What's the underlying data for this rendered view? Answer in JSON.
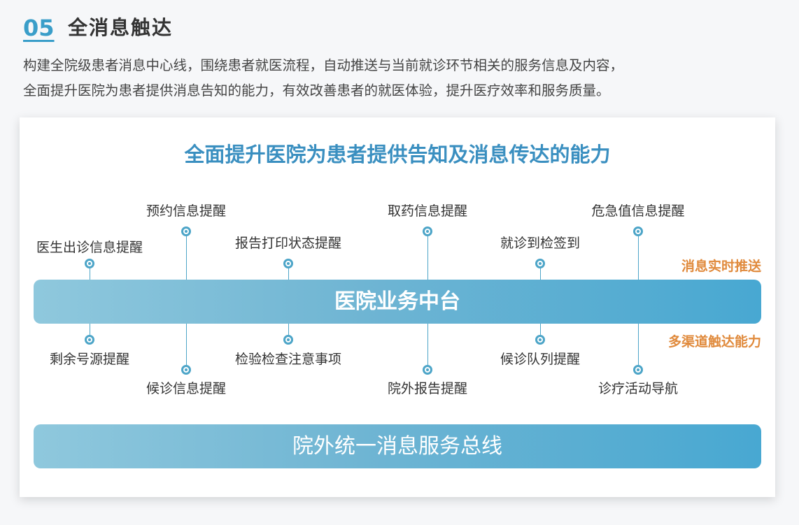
{
  "section": {
    "number": "05",
    "title": "全消息触达",
    "intro": [
      "构建全院级患者消息中心线，围绕患者就医流程，自动推送与当前就诊环节相关的服务信息及内容，",
      "全面提升医院为患者提供消息告知的能力，有效改善患者的就医体验，提升医疗效率和服务质量。"
    ]
  },
  "diagram": {
    "title": "全面提升医院为患者提供告知及消息传达的能力",
    "middle_bar": "医院业务中台",
    "bottom_bar": "院外统一消息服务总线",
    "push_label": "消息实时推送",
    "reach_label": "多渠道触达能力",
    "top_items": [
      "医生出诊信息提醒",
      "预约信息提醒",
      "报告打印状态提醒",
      "取药信息提醒",
      "就诊到检签到",
      "危急值信息提醒"
    ],
    "bottom_items": [
      "剩余号源提醒",
      "候诊信息提醒",
      "检验检查注意事项",
      "院外报告提醒",
      "候诊队列提醒",
      "诊疗活动导航"
    ],
    "colors": {
      "accent": "#3a9ec9",
      "orange": "#e08a3c",
      "bar_start": "#8fc8dd",
      "bar_end": "#48a8d2"
    }
  }
}
